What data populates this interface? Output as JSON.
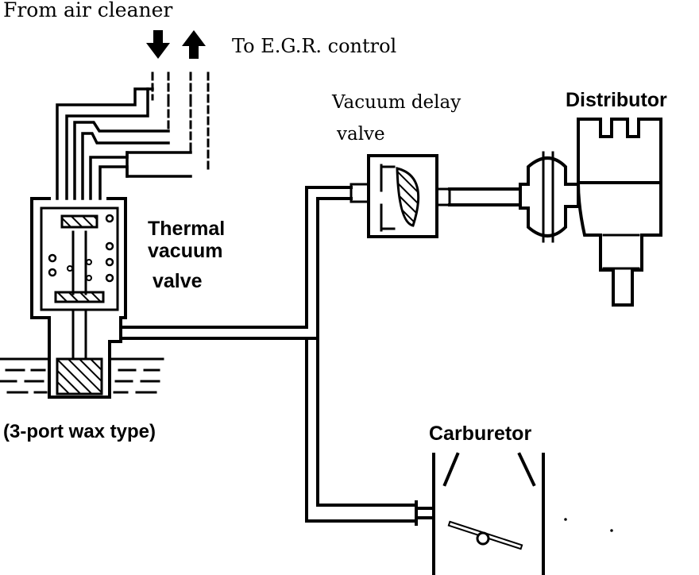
{
  "labels": {
    "from_air_cleaner": "From air cleaner",
    "to_egr_control": "To E.G.R. control",
    "vacuum_delay_valve_line1": "Vacuum delay",
    "vacuum_delay_valve_line2": "valve",
    "distributor": "Distributor",
    "thermal_line1": "Thermal",
    "thermal_line2": "vacuum",
    "thermal_line3": "valve",
    "wax_type": "(3-port wax type)",
    "carburetor": "Carburetor"
  },
  "colors": {
    "ink": "#000000",
    "paper": "#ffffff"
  }
}
